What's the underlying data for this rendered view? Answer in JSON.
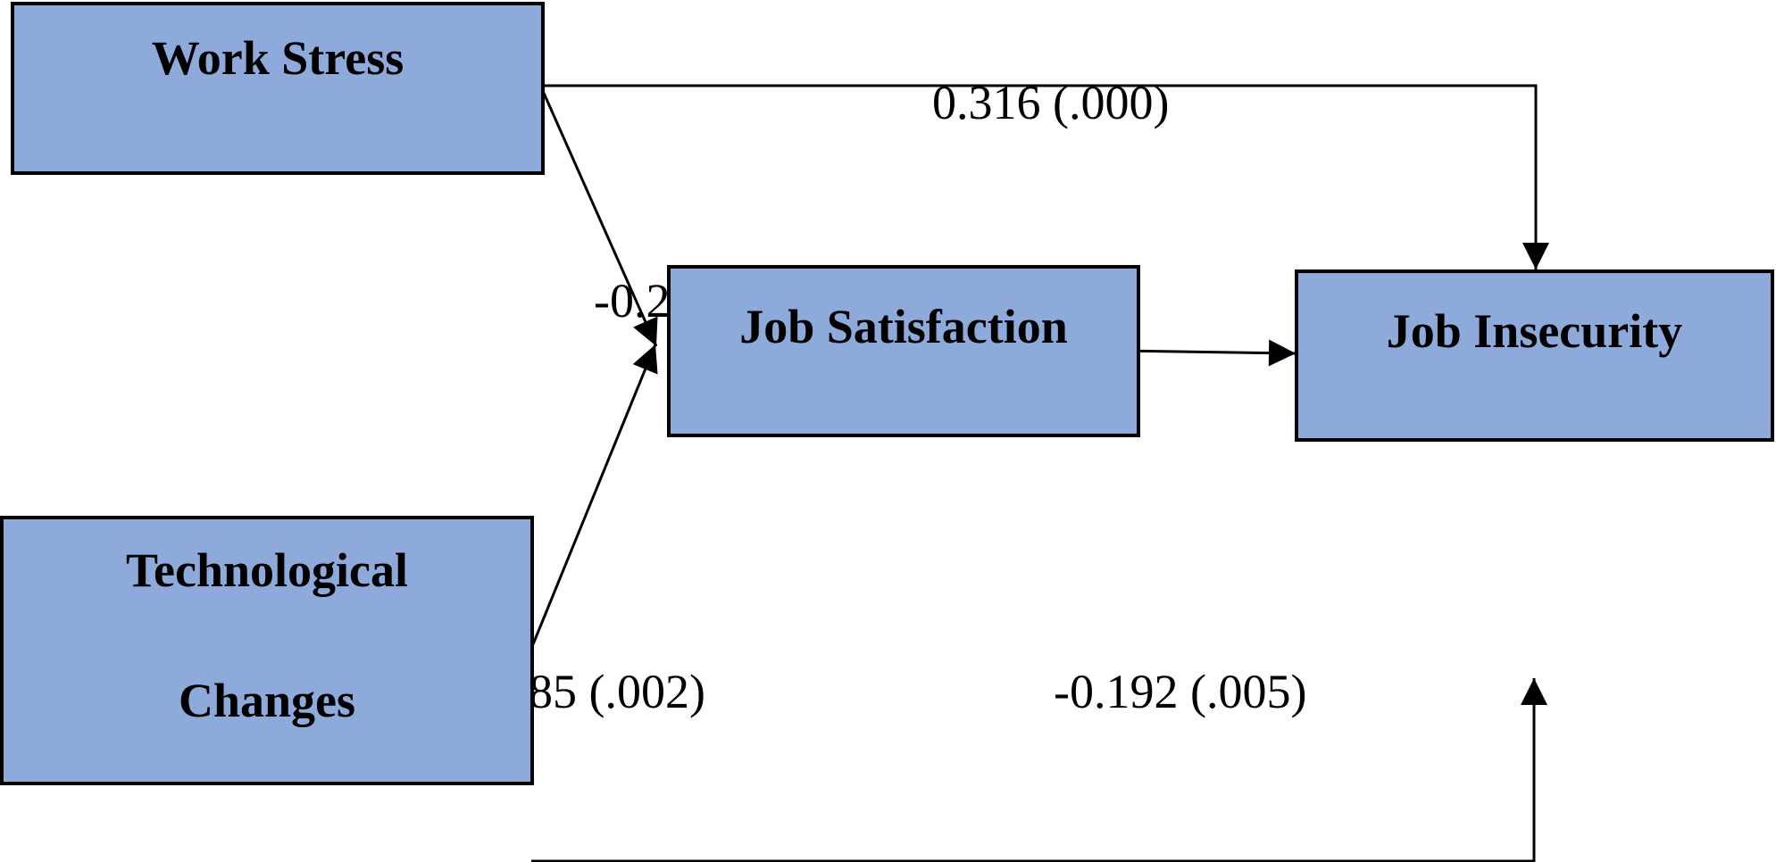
{
  "colors": {
    "box_fill": "#8eaadb",
    "border": "#000000",
    "text": "#000000",
    "background": "#ffffff"
  },
  "nodes": {
    "work_stress": {
      "label": "Work Stress"
    },
    "job_satisfaction": {
      "label": "Job Satisfaction"
    },
    "job_insecurity": {
      "label": "Job Insecurity"
    },
    "technological_changes": {
      "line1": "Technological",
      "line2": "Changes"
    }
  },
  "edges": {
    "ws_to_ji": {
      "label": "0.316 (.000)"
    },
    "ws_to_js": {
      "label": "-0.2"
    },
    "tc_to_js": {
      "label": "85 (.002)"
    },
    "tc_to_ji": {
      "label": "-0.192 (.005)"
    }
  }
}
